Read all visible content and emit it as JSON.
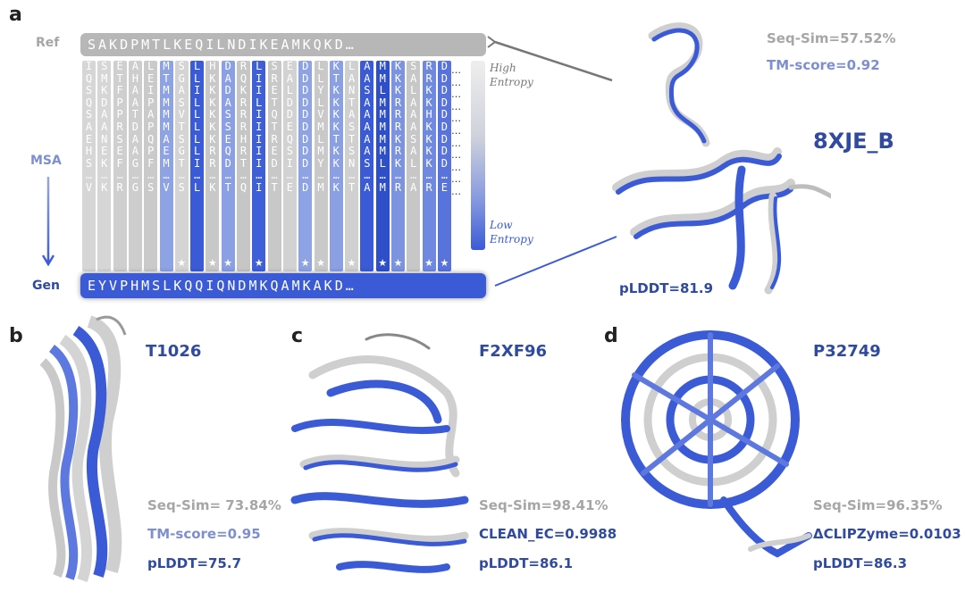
{
  "panels": {
    "a": {
      "letter": "a",
      "ref_label": "Ref",
      "msa_label": "MSA",
      "gen_label": "Gen",
      "ref_sequence": "SAKDPMTLKEQILNDIKEAMKQKD…",
      "gen_sequence": "EYVPHMSLKQQIQNDMKQAMKAKD…",
      "msa_rows": [
        "ISEALMSLHDRLSEDLKLAMKSRD",
        "QMTHETGLKAQIRADLTAAMKARD",
        "SKFAIMAIKDKIELDYKNSLKLKD",
        "QDPAPMSLKARLTDDLKTAMRAKD",
        "SAPTAMVLKSRIQDDVKAAMRAHD",
        "AARDPMTLKSRITEDMKSAMRAKD",
        "ENSAQASLKEHIRQDLTTAMKSKD",
        "HEEAPEGLRQRIESDMKSAMRAKD",
        "SKFGFMTIRDTIDIDYKNSLKLKD",
        "…………………………………………………",
        "VKRGSVSLKTQITEDMKTAMRARE"
      ],
      "column_colors": [
        "#d6d6d6",
        "#d6d6d6",
        "#cfcfcf",
        "#cdcdcd",
        "#cacaca",
        "#8ea3e3",
        "#d4d4d4",
        "#3b5bd6",
        "#c8c8c8",
        "#8b9fe3",
        "#c6c6c6",
        "#3f5fd8",
        "#c8c8c8",
        "#d2d2d2",
        "#8ea3e3",
        "#c9c9c9",
        "#8b9fe3",
        "#d0d0d0",
        "#3a5ad6",
        "#2f4fc8",
        "#7c93e0",
        "#c7c7c7",
        "#6f89e0",
        "#5873dc"
      ],
      "conserved_columns": [
        6,
        8,
        9,
        11,
        14,
        15,
        17,
        19,
        20,
        22,
        23
      ],
      "legend_high": [
        "High",
        "Entropy"
      ],
      "legend_low": [
        "Low",
        "Entropy"
      ],
      "protein_id": "8XJE_B",
      "seq_sim": "Seq-Sim=57.52%",
      "tm_score": "TM-score=0.92",
      "plddt": "pLDDT=81.9"
    },
    "b": {
      "letter": "b",
      "protein_id": "T1026",
      "seq_sim": "Seq-Sim= 73.84%",
      "tm_score": "TM-score=0.95",
      "plddt": "pLDDT=75.7"
    },
    "c": {
      "letter": "c",
      "protein_id": "F2XF96",
      "seq_sim": "Seq-Sim=98.41%",
      "clean_ec": "CLEAN_EC=0.9988",
      "plddt": "pLDDT=86.1"
    },
    "d": {
      "letter": "d",
      "protein_id": "P32749",
      "seq_sim": "Seq-Sim=96.35%",
      "clipzyme": "ΔCLIPZyme=0.0103",
      "plddt": "pLDDT=86.3"
    }
  },
  "colors": {
    "ref_gray": "#b7b7b7",
    "gen_blue": "#3b5bd6",
    "label_gray": "#a6a6a6",
    "label_blue_light": "#7e8fd0",
    "label_blue_dark": "#2f4a9e"
  }
}
